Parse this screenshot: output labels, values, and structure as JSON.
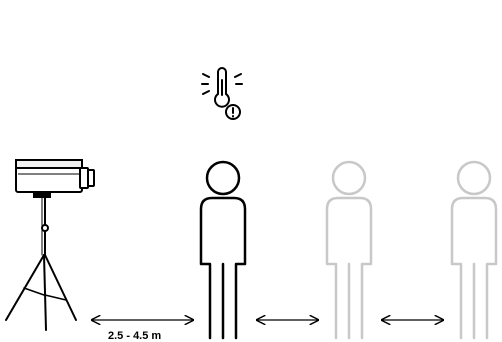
{
  "diagram": {
    "distance_label": "2.5 - 4.5 m",
    "elements": [
      {
        "id": "camera-on-tripod",
        "kind": "thermal camera"
      },
      {
        "id": "person-active",
        "state": "measured"
      },
      {
        "id": "person-queued-1",
        "state": "waiting"
      },
      {
        "id": "person-queued-2",
        "state": "waiting"
      }
    ],
    "icons": [
      "thermometer-alert-icon",
      "camera-icon",
      "tripod-icon",
      "person-icon",
      "double-arrow-icon"
    ],
    "colors": {
      "line": "#000000",
      "inactive": "#c8c8c8",
      "background": "#ffffff"
    }
  }
}
